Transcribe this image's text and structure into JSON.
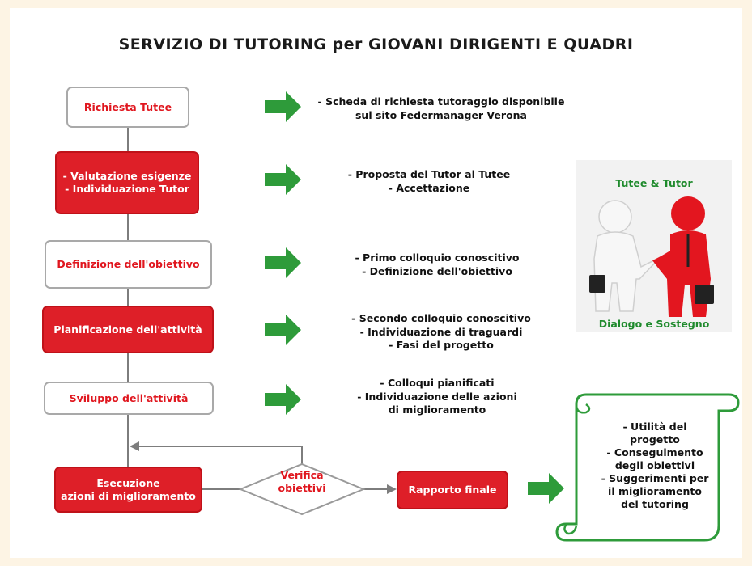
{
  "title": "SERVIZIO DI TUTORING per GIOVANI DIRIGENTI E QUADRI",
  "steps": [
    {
      "label": "Richiesta Tutee",
      "style": "white",
      "desc": [
        "- Scheda di richiesta tutoraggio disponibile",
        "sul sito Federmanager Verona"
      ]
    },
    {
      "label": [
        "- Valutazione esigenze",
        "- Individuazione Tutor"
      ],
      "style": "red",
      "desc": [
        "- Proposta del Tutor al Tutee",
        "- Accettazione"
      ]
    },
    {
      "label": "Definizione dell'obiettivo",
      "style": "white",
      "desc": [
        "- Primo colloquio conoscitivo",
        "- Definizione dell'obiettivo"
      ]
    },
    {
      "label": "Pianificazione dell'attività",
      "style": "red",
      "desc": [
        "- Secondo colloquio conoscitivo",
        "- Individuazione di traguardi",
        "- Fasi del progetto"
      ]
    },
    {
      "label": "Sviluppo dell'attività",
      "style": "white",
      "desc": [
        "- Colloqui pianificati",
        "- Individuazione delle azioni",
        "di miglioramento"
      ]
    }
  ],
  "execution": [
    "Esecuzione",
    "azioni di miglioramento"
  ],
  "verify": [
    "Verifica",
    "obiettivi"
  ],
  "final_report": "Rapporto finale",
  "outcomes": [
    "- Utilità  del",
    "progetto",
    "- Conseguimento",
    "degli obiettivi",
    "- Suggerimenti per",
    "il miglioramento",
    "del tutoring"
  ],
  "image_labels": {
    "top": "Tutee & Tutor",
    "bottom": "Dialogo e Sostegno"
  },
  "colors": {
    "red": "#de1f28",
    "green": "#2e9b3a",
    "gray_line": "#7d7d7d",
    "scroll_border": "#2e9b3a"
  }
}
